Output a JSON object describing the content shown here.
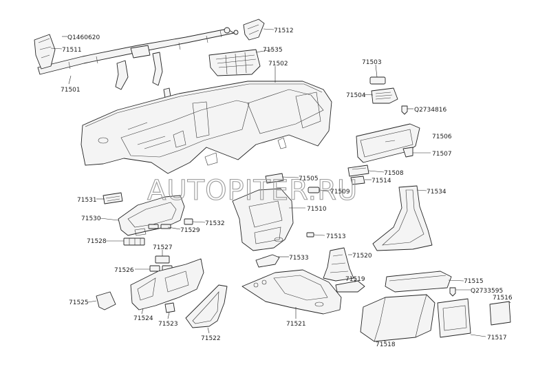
{
  "watermark": "AUTOPITER.RU",
  "labels": {
    "l71512": "71512",
    "lQ1460620": "Q1460620",
    "l71511": "71511",
    "l71535": "71535",
    "l71502": "71502",
    "l71501": "71501",
    "l71503": "71503",
    "l71504": "71504",
    "lQ2734816": "Q2734816",
    "l71506": "71506",
    "l71507": "71507",
    "l71508": "71508",
    "l71514": "71514",
    "l71505": "71505",
    "l71509": "71509",
    "l71534": "71534",
    "l71531": "71531",
    "l71510": "71510",
    "l71530": "71530",
    "l71532": "71532",
    "l71529": "71529",
    "l71528": "71528",
    "l71513": "71513",
    "l71527": "71527",
    "l71533": "71533",
    "l71520": "71520",
    "l71526": "71526",
    "l71519": "71519",
    "l71515": "71515",
    "lQ2733595": "Q2733595",
    "l71516": "71516",
    "l71525": "71525",
    "l71524": "71524",
    "l71523": "71523",
    "l71522": "71522",
    "l71521": "71521",
    "l71518": "71518",
    "l71517": "71517"
  }
}
